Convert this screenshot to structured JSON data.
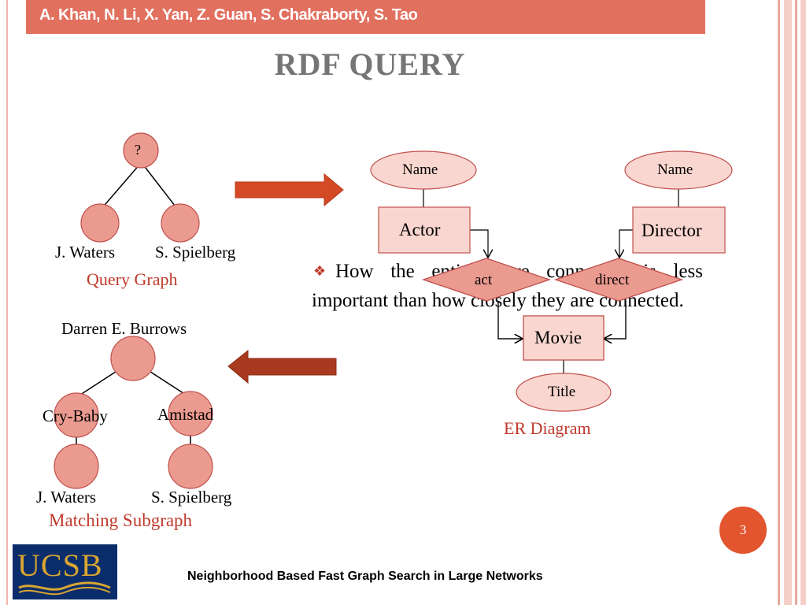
{
  "header": {
    "authors": "A. Khan, N. Li, X. Yan, Z. Guan, S. Chakraborty, S. Tao"
  },
  "slide": {
    "title": "RDF QUERY",
    "page_number": "3"
  },
  "query_graph": {
    "root_label": "?",
    "leaf_labels": [
      "J. Waters",
      "S. Spielberg"
    ],
    "caption": "Query Graph"
  },
  "matching_subgraph": {
    "root_label": "Darren E. Burrows",
    "mid_labels": [
      "Cry-Baby",
      "Amistad"
    ],
    "leaf_labels": [
      "J. Waters",
      "S. Spielberg"
    ],
    "caption": "Matching Subgraph"
  },
  "er_diagram": {
    "attr_actor": "Name",
    "attr_director": "Name",
    "entity_actor": "Actor",
    "entity_director": "Director",
    "rel_act": "act",
    "rel_direct": "direct",
    "entity_movie": "Movie",
    "attr_movie": "Title",
    "caption": "ER Diagram"
  },
  "bullet": {
    "text": "How the entities are connected is less important than how closely they are connected."
  },
  "footer": {
    "text": "Neighborhood Based Fast Graph Search in Large Networks",
    "logo_text": "UCSB"
  },
  "colors": {
    "accent": "#e1705f",
    "node_fill": "#eb9a90",
    "node_stroke": "#c0504d",
    "caption": "#c0392b",
    "arrow_right": "#d34a25",
    "arrow_left": "#a83a1f"
  }
}
